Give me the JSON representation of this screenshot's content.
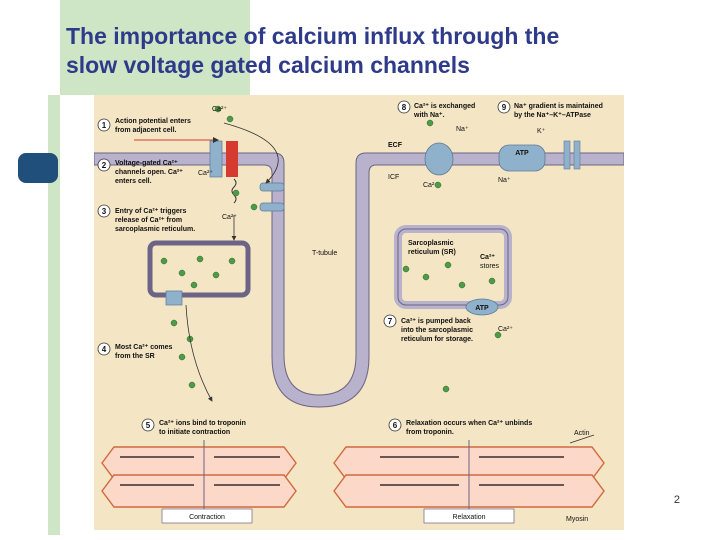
{
  "slide": {
    "title": "The importance of calcium influx through the\nslow voltage gated calcium channels",
    "page_number": "2"
  },
  "diagram": {
    "steps": [
      {
        "number": "1",
        "lines": [
          "Action potential enters",
          "from adjacent cell."
        ]
      },
      {
        "number": "2",
        "lines": [
          "Voltage-gated Ca²⁺",
          "channels open. Ca²⁺",
          "enters cell."
        ]
      },
      {
        "number": "3",
        "lines": [
          "Entry of Ca²⁺ triggers",
          "release of Ca²⁺ from",
          "sarcoplasmic reticulum."
        ]
      },
      {
        "number": "4",
        "lines": [
          "Most Ca²⁺ comes",
          "from the SR"
        ]
      },
      {
        "number": "5",
        "lines": [
          "Ca²⁺ ions bind to troponin",
          "to initiate contraction"
        ]
      },
      {
        "number": "6",
        "lines": [
          "Relaxation occurs when Ca²⁺ unbinds",
          "from troponin."
        ]
      },
      {
        "number": "7",
        "lines": [
          "Ca²⁺ is pumped back",
          "into the sarcoplasmic",
          "reticulum for storage."
        ]
      },
      {
        "number": "8",
        "lines": [
          "Ca²⁺ is exchanged",
          "with Na⁺."
        ]
      },
      {
        "number": "9",
        "lines": [
          "Na⁺ gradient is maintained",
          "by the Na⁺–K⁺–ATPase"
        ]
      }
    ],
    "labels": {
      "ca_top": "Ca²⁺",
      "ca_channel": "Ca²⁺",
      "ca_sr": "Ca²⁺",
      "ca_exchanger": "Ca²⁺",
      "ca_pump": "Ca²⁺",
      "ecf": "ECF",
      "icf": "ICF",
      "na_out": "Na⁺",
      "na_in": "Na⁺",
      "k_plus": "K⁺",
      "atp_top": "ATP",
      "atp_pump": "ATP",
      "t_tubule": "T-tubule",
      "sr_line1": "Sarcoplasmic",
      "sr_line2": "reticulum (SR)",
      "stores_line1": "Ca²⁺",
      "stores_line2": "stores",
      "actin": "Actin",
      "myosin": "Myosin",
      "contraction": "Contraction",
      "relaxation": "Relaxation"
    },
    "colors": {
      "background": "#f4e5c4",
      "membrane": "#b8b2cc",
      "membrane_edge": "#6c6484",
      "calcium_dot": "#4d9a47",
      "channel": "#8fb1cc",
      "channel_open": "#d73a2e",
      "filament": "#cf6a3d",
      "myosin_head": "#3a2a2a"
    }
  }
}
